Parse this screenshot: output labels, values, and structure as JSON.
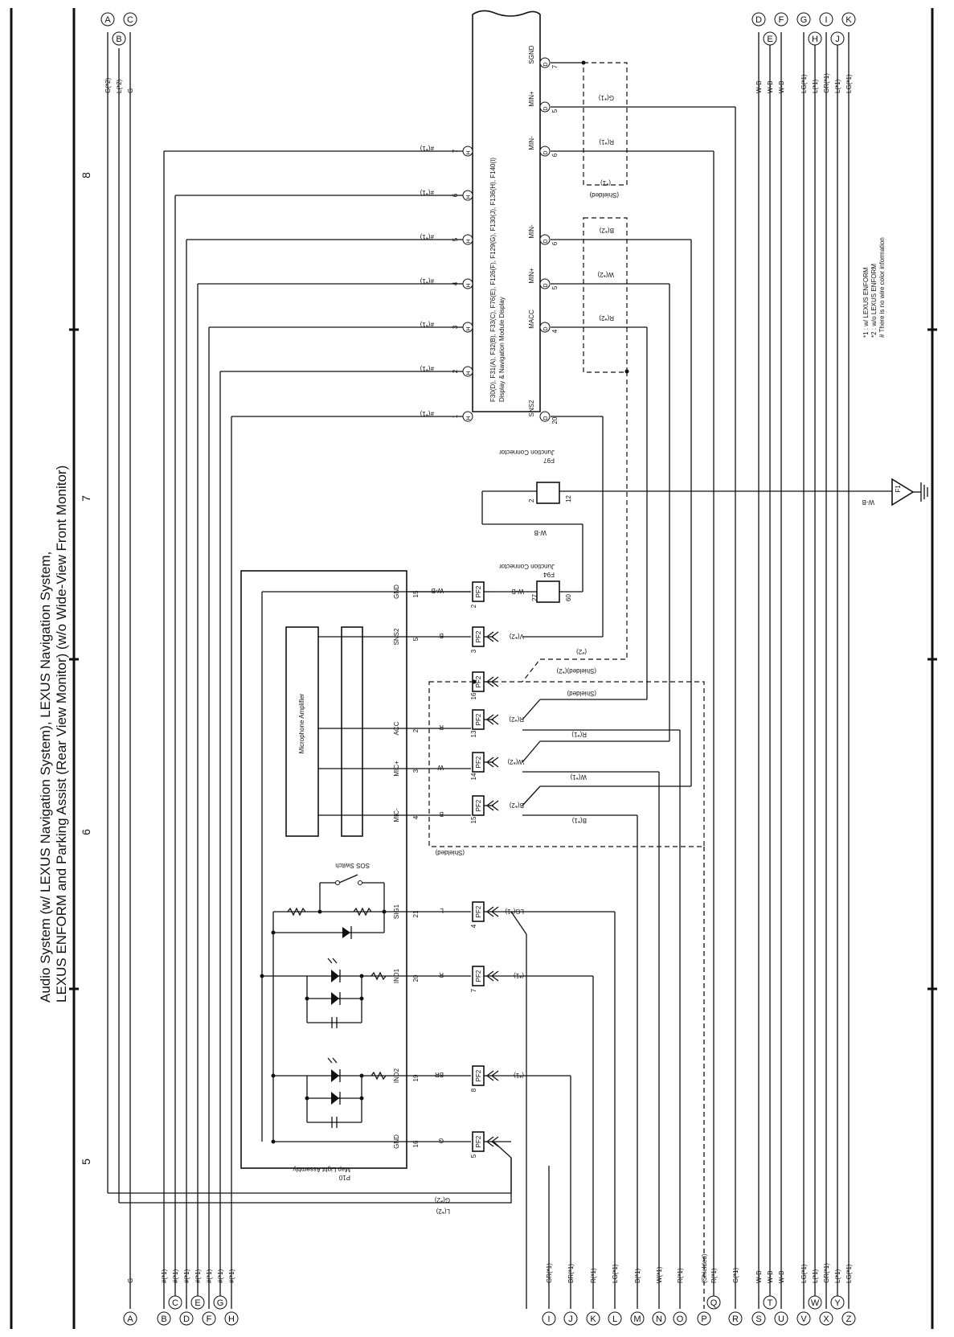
{
  "title": {
    "line1": "Audio System (w/ LEXUS Navigation System), LEXUS Navigation System,",
    "line2": "LEXUS ENFORM and Parking Assist (Rear View Monitor) (w/o Wide-View Front Monitor)"
  },
  "grid_numbers": [
    "5",
    "6",
    "7",
    "8"
  ],
  "components": {
    "display": {
      "ref": "F30(D), F31(A), F32(B), F33(C), F76(E), F126(F), F129(G), F130(J), F136(H), F140(I)",
      "name": "Display & Navigation Module Display"
    },
    "map_light": {
      "ref": "P10",
      "name": "Map Light Assembly"
    },
    "mic_amp": {
      "name": "Microphone Amplifier"
    },
    "sos": {
      "name": "SOS Switch"
    },
    "f94": {
      "ref": "F94",
      "name": "Junction Connector"
    },
    "f97": {
      "ref": "F97",
      "name": "Junction Connector"
    },
    "ground": {
      "ref": "F1"
    }
  },
  "display_pins": [
    {
      "num": "7",
      "name": "SGND",
      "conn": "D",
      "wire": ""
    },
    {
      "num": "5",
      "name": "MIN+",
      "conn": "D",
      "wire": "G(*1)"
    },
    {
      "num": "6",
      "name": "MIN-",
      "conn": "D",
      "wire": "R(*1)"
    },
    {
      "num": "6",
      "name": "MIN-",
      "conn": "D",
      "wire": "B(*2)"
    },
    {
      "num": "5",
      "name": "MIN+",
      "conn": "D",
      "wire": "W(*2)"
    },
    {
      "num": "4",
      "name": "MACC",
      "conn": "D",
      "wire": "R(*2)"
    },
    {
      "num": "20",
      "name": "SNS2",
      "conn": "D",
      "wire": ""
    }
  ],
  "display_left_pins": [
    {
      "num": "7",
      "conn": "H",
      "wire": "#(*1)"
    },
    {
      "num": "6",
      "conn": "H",
      "wire": "#(*1)"
    },
    {
      "num": "5",
      "conn": "H",
      "wire": "#(*1)"
    },
    {
      "num": "4",
      "conn": "H",
      "wire": "#(*1)"
    },
    {
      "num": "3",
      "conn": "H",
      "wire": "#(*1)"
    },
    {
      "num": "2",
      "conn": "H",
      "wire": "#(*1)"
    },
    {
      "num": "1",
      "conn": "H",
      "wire": "#(*1)"
    }
  ],
  "shield_labels": {
    "s1": "(Shielded)",
    "s1_note": "(*1)",
    "s2": "(Shielded)(*2)",
    "s3": "(Shielded)",
    "s4": "(Shielded)"
  },
  "map_pins": [
    {
      "name": "GND",
      "num": "15",
      "wire": "W-B"
    },
    {
      "name": "SNS2",
      "num": "5",
      "wire": "B"
    },
    {
      "name": "ACC",
      "num": "2",
      "wire": "R"
    },
    {
      "name": "MIC+",
      "num": "3",
      "wire": "W"
    },
    {
      "name": "MIC-",
      "num": "4",
      "wire": "B"
    },
    {
      "name": "SIG1",
      "num": "21",
      "wire": "L"
    },
    {
      "name": "IND1",
      "num": "20",
      "wire": "R"
    },
    {
      "name": "IND2",
      "num": "19",
      "wire": "BR"
    },
    {
      "name": "GND",
      "num": "16",
      "wire": "G"
    }
  ],
  "pf2": [
    {
      "label": "PF2",
      "pin": "2",
      "wire": "W-B"
    },
    {
      "label": "PF2",
      "pin": "3",
      "wire": "V(*2)",
      "wire2": "(*2)"
    },
    {
      "label": "PF2",
      "pin": "16",
      "wire": ""
    },
    {
      "label": "PF2",
      "pin": "13",
      "wire": "R(*2)",
      "wire2": "R(*1)"
    },
    {
      "label": "PF2",
      "pin": "14",
      "wire": "W(*2)",
      "wire2": "W(*1)"
    },
    {
      "label": "PF2",
      "pin": "15",
      "wire": "B(*2)",
      "wire2": "B(*1)"
    },
    {
      "label": "PF2",
      "pin": "4",
      "wire": "LG(*1)"
    },
    {
      "label": "PF2",
      "pin": "7",
      "wire": "(*1)"
    },
    {
      "label": "PF2",
      "pin": "8",
      "wire": "(*1)"
    },
    {
      "label": "PF2",
      "pin": "5",
      "wire": ""
    }
  ],
  "junction": {
    "f94_pins": [
      "27",
      "60"
    ],
    "f97_pins": [
      "2",
      "12"
    ],
    "wire": "W-B",
    "ground_wire": "W-B"
  },
  "wires_lower": {
    "g": "G(*2)",
    "l": "L(*2)"
  },
  "bottom_connectors": [
    {
      "id": "A",
      "wire": "G"
    },
    {
      "id": "B",
      "wire": "#(*1)"
    },
    {
      "id": "C",
      "wire": "#(*1)"
    },
    {
      "id": "D",
      "wire": "#(*1)"
    },
    {
      "id": "E",
      "wire": "#(*1)"
    },
    {
      "id": "F",
      "wire": "#(*1)"
    },
    {
      "id": "G",
      "wire": "#(*1)"
    },
    {
      "id": "H",
      "wire": "#(*1)"
    },
    {
      "id": "I",
      "wire": "GR(*1)"
    },
    {
      "id": "J",
      "wire": "BR(*1)"
    },
    {
      "id": "K",
      "wire": "R(*1)"
    },
    {
      "id": "L",
      "wire": "LG(*1)"
    },
    {
      "id": "M",
      "wire": "B(*1)"
    },
    {
      "id": "N",
      "wire": "W(*1)"
    },
    {
      "id": "O",
      "wire": "R(*1)"
    },
    {
      "id": "P",
      "wire": "(Shielded)"
    },
    {
      "id": "Q",
      "wire": "R(*1)"
    },
    {
      "id": "R",
      "wire": "G(*1)"
    },
    {
      "id": "S",
      "wire": "W-B"
    },
    {
      "id": "T",
      "wire": "W-B"
    },
    {
      "id": "U",
      "wire": "W-B"
    },
    {
      "id": "V",
      "wire": "LG(*1)"
    },
    {
      "id": "W",
      "wire": "L(*1)"
    },
    {
      "id": "X",
      "wire": "GR(*1)"
    },
    {
      "id": "Y",
      "wire": "L(*1)"
    },
    {
      "id": "Z",
      "wire": "LG(*1)"
    }
  ],
  "top_connectors": [
    {
      "id": "A",
      "wire": "G(*2)"
    },
    {
      "id": "B",
      "wire": "L(*2)"
    },
    {
      "id": "C",
      "wire": "G"
    },
    {
      "id": "D",
      "wire": "W-B"
    },
    {
      "id": "E",
      "wire": "W-B"
    },
    {
      "id": "F",
      "wire": "W-B"
    },
    {
      "id": "G",
      "wire": "LG(*1)"
    },
    {
      "id": "H",
      "wire": "L(*1)"
    },
    {
      "id": "I",
      "wire": "GR(*1)"
    },
    {
      "id": "J",
      "wire": "L(*1)"
    },
    {
      "id": "K",
      "wire": "LG(*1)"
    }
  ],
  "notes": [
    "*1 : w/ LEXUS ENFORM",
    "*2 : w/o LEXUS ENFORM",
    "# There is no wire color information"
  ]
}
